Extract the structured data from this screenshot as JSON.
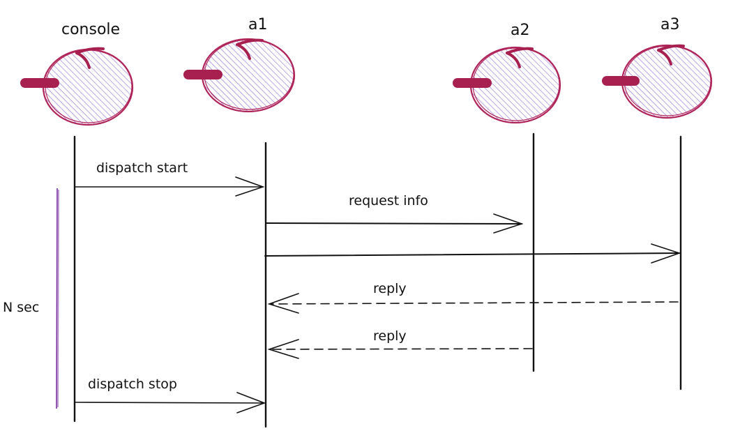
{
  "actors": [
    {
      "id": "console",
      "label": "console"
    },
    {
      "id": "a1",
      "label": "a1"
    },
    {
      "id": "a2",
      "label": "a2"
    },
    {
      "id": "a3",
      "label": "a3"
    }
  ],
  "messages": [
    {
      "label": "dispatch start",
      "from": "console",
      "to": "a1",
      "style": "solid"
    },
    {
      "label": "request info",
      "from": "a1",
      "to": "a2",
      "style": "solid"
    },
    {
      "label": "",
      "from": "a1",
      "to": "a3",
      "style": "solid"
    },
    {
      "label": "reply",
      "from": "a3",
      "to": "a1",
      "style": "dashed"
    },
    {
      "label": "reply",
      "from": "a2",
      "to": "a1",
      "style": "dashed"
    },
    {
      "label": "dispatch stop",
      "from": "console",
      "to": "a1",
      "style": "solid"
    }
  ],
  "duration_label": "N sec",
  "colors": {
    "actor_outline": "#b0245a",
    "actor_hatch": "#8e6cdc",
    "actor_handle": "#a8204f",
    "bracket": "#7a2ea0",
    "line": "#111111"
  }
}
